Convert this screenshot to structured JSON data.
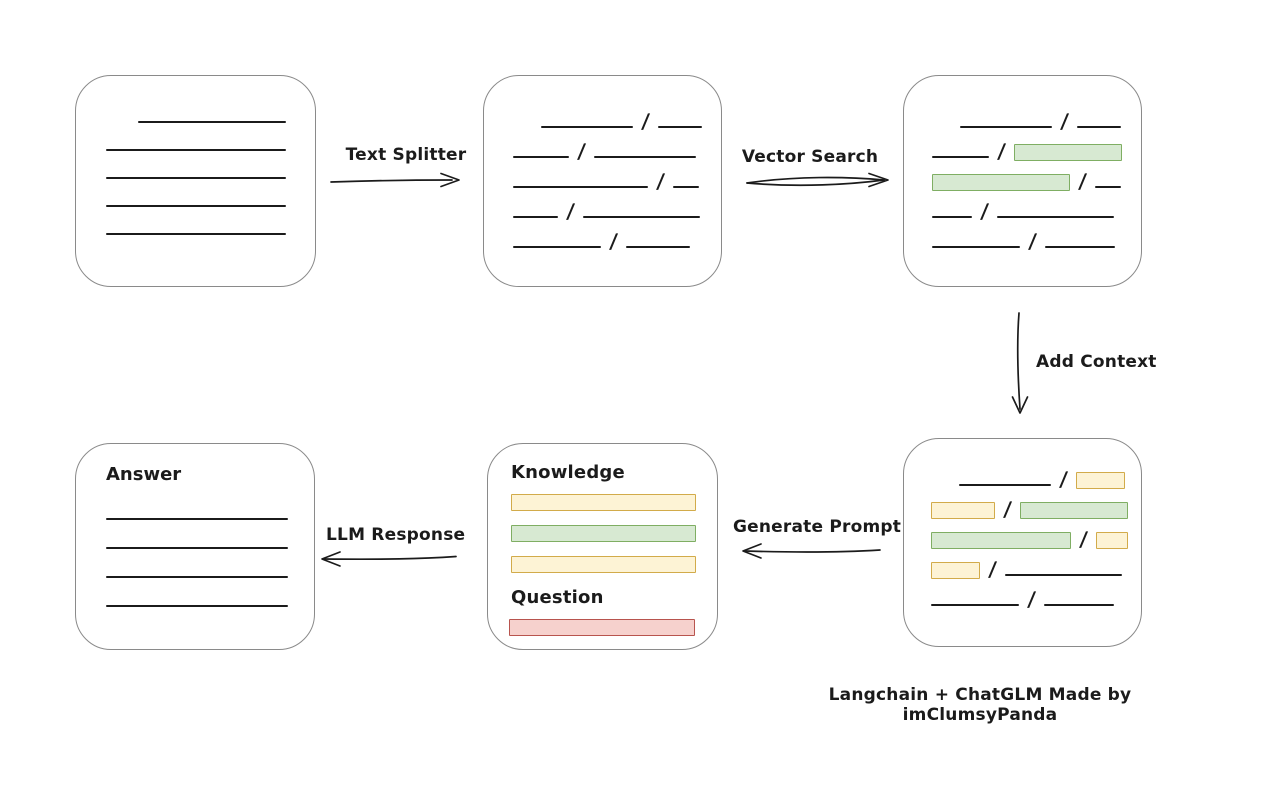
{
  "palette": {
    "ink": "#1b1b1b",
    "box_border": "#8a8a8a",
    "green_fill": "#d7e9d2",
    "green_stroke": "#7fae63",
    "yellow_fill": "#fdf3d5",
    "yellow_stroke": "#d2ab4a",
    "red_fill": "#f6d1cd",
    "red_stroke": "#b8544e"
  },
  "slash_char": "/",
  "arrows": {
    "text_splitter": "Text Splitter",
    "vector_search": "Vector Search",
    "add_context": "Add Context",
    "generate_prompt": "Generate Prompt",
    "llm_response": "LLM Response"
  },
  "nodes": {
    "document": {
      "lines": [
        {
          "ind": 32,
          "w": 148
        },
        {
          "ind": 0,
          "w": 180
        },
        {
          "ind": 0,
          "w": 180
        },
        {
          "ind": 0,
          "w": 180
        },
        {
          "ind": 0,
          "w": 180
        }
      ]
    },
    "chunks": {
      "rows": [
        {
          "ind": 28,
          "segs": [
            {
              "t": "line",
              "w": 92
            },
            {
              "t": "slash"
            },
            {
              "t": "line",
              "w": 44
            }
          ]
        },
        {
          "ind": 0,
          "segs": [
            {
              "t": "line",
              "w": 56
            },
            {
              "t": "slash"
            },
            {
              "t": "line",
              "w": 102
            }
          ]
        },
        {
          "ind": 0,
          "segs": [
            {
              "t": "line",
              "w": 135
            },
            {
              "t": "slash"
            },
            {
              "t": "line",
              "w": 26
            }
          ]
        },
        {
          "ind": 0,
          "segs": [
            {
              "t": "line",
              "w": 45
            },
            {
              "t": "slash"
            },
            {
              "t": "line",
              "w": 117
            }
          ]
        },
        {
          "ind": 0,
          "segs": [
            {
              "t": "line",
              "w": 88
            },
            {
              "t": "slash"
            },
            {
              "t": "line",
              "w": 64
            }
          ]
        }
      ]
    },
    "vector": {
      "rows": [
        {
          "ind": 28,
          "segs": [
            {
              "t": "line",
              "w": 92
            },
            {
              "t": "slash"
            },
            {
              "t": "line",
              "w": 44
            }
          ]
        },
        {
          "ind": 0,
          "segs": [
            {
              "t": "line",
              "w": 57
            },
            {
              "t": "slash"
            },
            {
              "t": "chunk",
              "w": 106,
              "color": "green"
            }
          ]
        },
        {
          "ind": 0,
          "segs": [
            {
              "t": "chunk",
              "w": 136,
              "color": "green"
            },
            {
              "t": "slash"
            },
            {
              "t": "line",
              "w": 26
            }
          ]
        },
        {
          "ind": 0,
          "segs": [
            {
              "t": "line",
              "w": 40
            },
            {
              "t": "slash"
            },
            {
              "t": "line",
              "w": 117
            }
          ]
        },
        {
          "ind": 0,
          "segs": [
            {
              "t": "line",
              "w": 88
            },
            {
              "t": "slash"
            },
            {
              "t": "line",
              "w": 70
            }
          ]
        }
      ]
    },
    "context": {
      "rows": [
        {
          "ind": 28,
          "segs": [
            {
              "t": "line",
              "w": 92
            },
            {
              "t": "slash"
            },
            {
              "t": "chunk",
              "w": 47,
              "color": "yellow"
            }
          ]
        },
        {
          "ind": 0,
          "segs": [
            {
              "t": "chunk",
              "w": 62,
              "color": "yellow"
            },
            {
              "t": "slash"
            },
            {
              "t": "chunk",
              "w": 106,
              "color": "green"
            }
          ]
        },
        {
          "ind": 0,
          "segs": [
            {
              "t": "chunk",
              "w": 138,
              "color": "green"
            },
            {
              "t": "slash"
            },
            {
              "t": "chunk",
              "w": 30,
              "color": "yellow"
            }
          ]
        },
        {
          "ind": 0,
          "segs": [
            {
              "t": "chunk",
              "w": 47,
              "color": "yellow"
            },
            {
              "t": "slash"
            },
            {
              "t": "line",
              "w": 117
            }
          ]
        },
        {
          "ind": 0,
          "segs": [
            {
              "t": "line",
              "w": 88
            },
            {
              "t": "slash"
            },
            {
              "t": "line",
              "w": 70
            }
          ]
        }
      ]
    },
    "prompt": {
      "knowledge_label": "Knowledge",
      "question_label": "Question",
      "knowledge_bars": [
        {
          "color": "yellow"
        },
        {
          "color": "green"
        },
        {
          "color": "yellow"
        }
      ],
      "question_bar": {
        "color": "red"
      }
    },
    "answer": {
      "label": "Answer",
      "lines": [
        {
          "ind": 0,
          "w": 182
        },
        {
          "ind": 0,
          "w": 182
        },
        {
          "ind": 0,
          "w": 182
        },
        {
          "ind": 0,
          "w": 182
        }
      ]
    }
  },
  "credit": "Langchain + ChatGLM Made by imClumsyPanda"
}
